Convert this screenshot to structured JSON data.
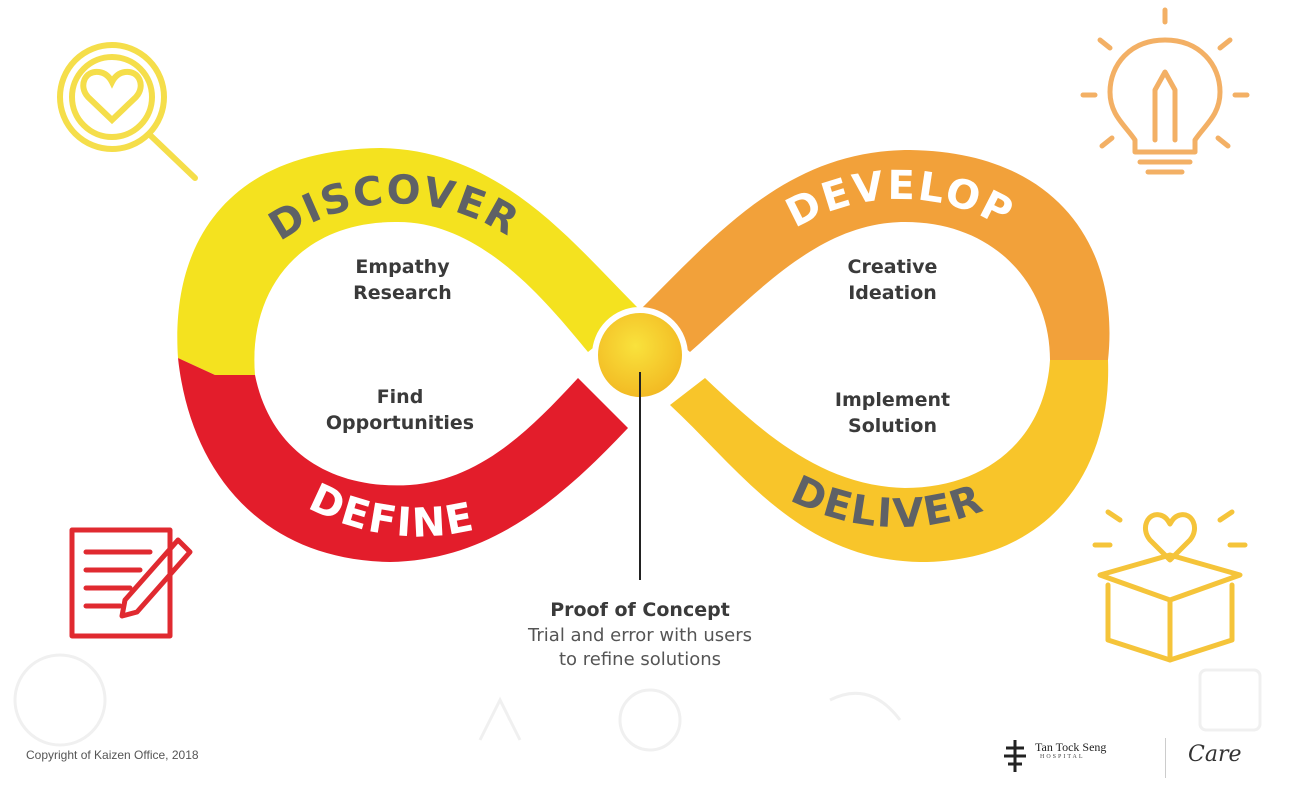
{
  "diagram": {
    "phases": {
      "discover": "DISCOVER",
      "define": "DEFINE",
      "develop": "DEVELOP",
      "deliver": "DELIVER"
    },
    "inner": {
      "discover": [
        "Empathy",
        "Research"
      ],
      "define": [
        "Find",
        "Opportunities"
      ],
      "develop": [
        "Creative",
        "Ideation"
      ],
      "deliver": [
        "Implement",
        "Solution"
      ]
    },
    "proof_of_concept": {
      "title": "Proof of Concept",
      "description": "Trial and error with users to refine solutions"
    },
    "colors": {
      "discover": "#f4e21f",
      "define": "#e31d2b",
      "develop": "#f2a13a",
      "deliver": "#f8c52a",
      "icon_yellow": "#f5de4a",
      "icon_orange": "#f3b065",
      "icon_red": "#e02a30",
      "text": "#3a3a3a"
    },
    "icons": [
      "magnifier-heart-icon",
      "lightbulb-pencil-icon",
      "notepad-pencil-icon",
      "gift-box-heart-icon"
    ]
  },
  "footer": {
    "copyright": "Copyright of Kaizen Office, 2018",
    "hospital_logo": "Tan Tock Seng",
    "hospital_logo_sub": "HOSPITAL",
    "care_logo": "Care"
  }
}
